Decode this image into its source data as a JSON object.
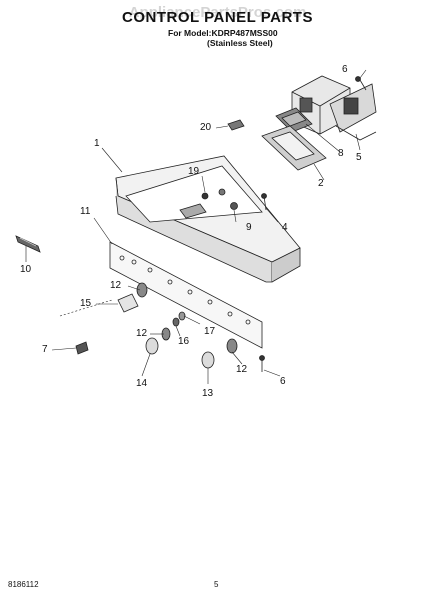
{
  "watermark": "AppliancePartsPros.com",
  "title": "CONTROL PANEL PARTS",
  "model_line": "For Model:KDRP487MSS00",
  "finish_line": "(Stainless Steel)",
  "callouts": {
    "c1": "1",
    "c2": "2",
    "c4": "4",
    "c5": "5",
    "c6a": "6",
    "c6b": "6",
    "c7": "7",
    "c8": "8",
    "c9": "9",
    "c10": "10",
    "c11": "11",
    "c12a": "12",
    "c12b": "12",
    "c12c": "12",
    "c13": "13",
    "c14": "14",
    "c15": "15",
    "c16": "16",
    "c17": "17",
    "c19": "19",
    "c20": "20"
  },
  "footer": {
    "doc_number": "8186112",
    "page": "5"
  }
}
